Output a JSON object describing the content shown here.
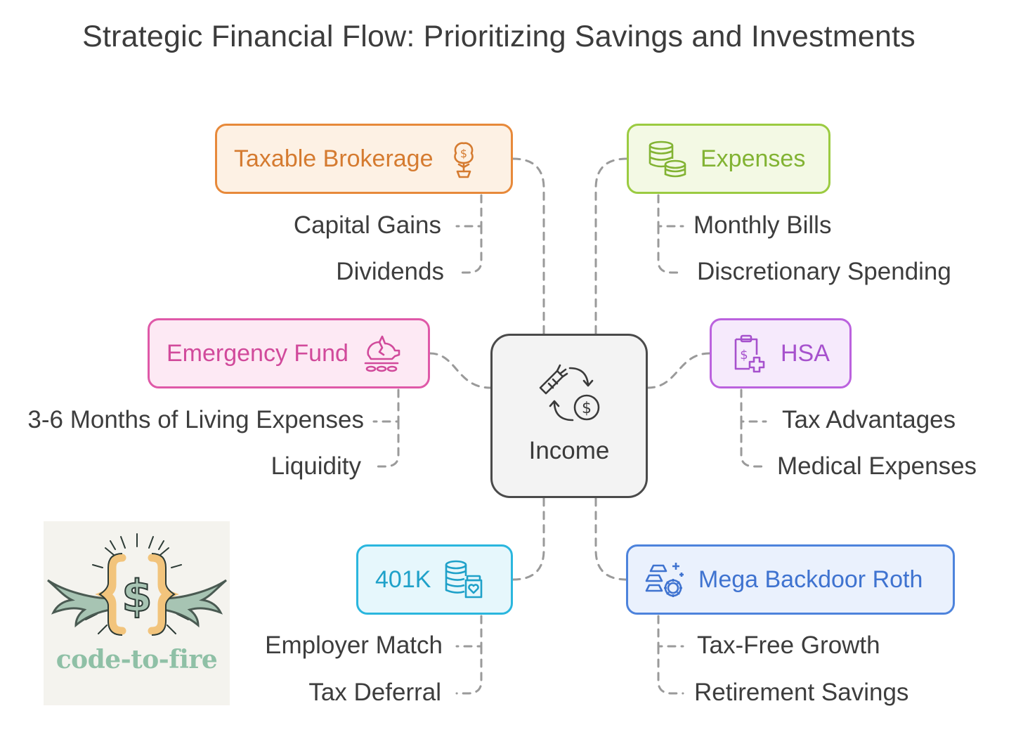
{
  "title": "Strategic Financial Flow: Prioritizing Savings and Investments",
  "center": {
    "label": "Income",
    "icon": "carrot-dollar-cycle-icon"
  },
  "nodes": [
    {
      "id": "taxable",
      "label": "Taxable Brokerage",
      "icon": "money-tree-icon",
      "color": "#e7893a",
      "children": [
        "Capital Gains",
        "Dividends"
      ]
    },
    {
      "id": "expenses",
      "label": "Expenses",
      "icon": "coin-stacks-icon",
      "color": "#9bcb41",
      "children": [
        "Monthly Bills",
        "Discretionary Spending"
      ]
    },
    {
      "id": "emergency",
      "label": "Emergency Fund",
      "icon": "broken-piggy-bank-icon",
      "color": "#df59a8",
      "children": [
        "3-6 Months of Living Expenses",
        "Liquidity"
      ]
    },
    {
      "id": "hsa",
      "label": "HSA",
      "icon": "medical-clipboard-dollar-icon",
      "color": "#bb62de",
      "children": [
        "Tax Advantages",
        "Medical Expenses"
      ]
    },
    {
      "id": "k401",
      "label": "401K",
      "icon": "coins-and-jar-icon",
      "color": "#2ab6de",
      "children": [
        "Employer Match",
        "Tax Deferral"
      ]
    },
    {
      "id": "mega",
      "label": "Mega Backdoor Roth",
      "icon": "gold-bars-gear-icon",
      "color": "#4d83dc",
      "children": [
        "Tax-Free Growth",
        "Retirement Savings"
      ]
    }
  ],
  "logo": {
    "text": "code-to-fire",
    "icon": "winged-dollar-braces-logo-icon"
  }
}
